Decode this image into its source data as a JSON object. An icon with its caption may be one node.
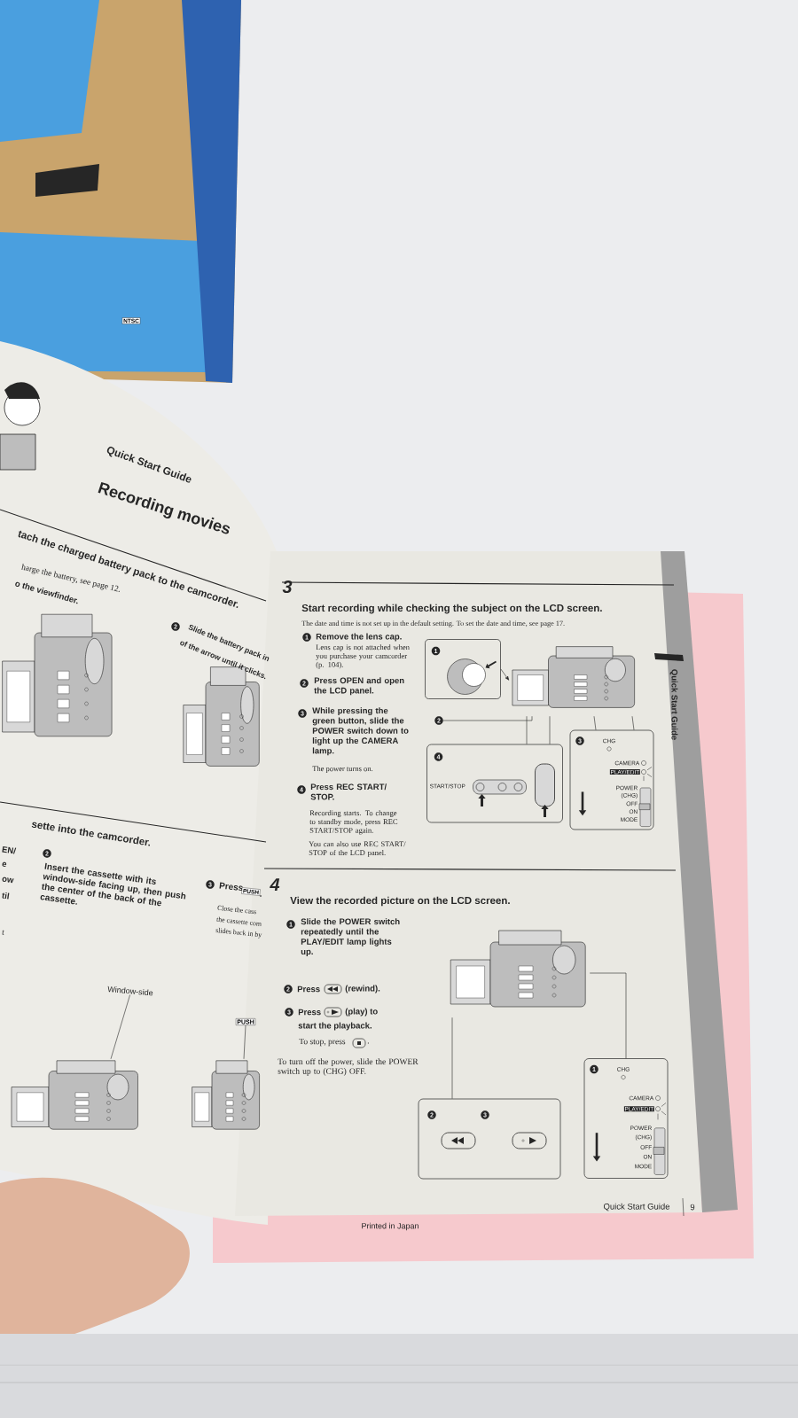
{
  "diagram": {
    "nodes": [
      {
        "text": [
          "1"
        ]
      },
      {
        "text": [],
        "shape": "picture"
      },
      {
        "text": [
          "2"
        ]
      },
      {
        "text": [
          "3",
          "CHG",
          "CAMERA",
          "PLAY/EDIT",
          "POWER",
          "(CHG)",
          "OFF",
          "ON",
          "MODE"
        ]
      },
      {
        "text": [
          "4",
          "START/STOP"
        ]
      },
      {
        "text": [],
        "shape": "picture"
      },
      {
        "text": [
          "1",
          "CHG",
          "CAMERA",
          "PLAY/EDIT",
          "POWER",
          "(CHG)",
          "OFF",
          "ON",
          "MODE"
        ]
      },
      {
        "text": [
          "2",
          "3"
        ]
      },
      {
        "text": [
          "Window-side"
        ]
      },
      {
        "text": [],
        "shape": "picture"
      },
      {
        "text": [
          "PUSH"
        ]
      },
      {
        "text": [],
        "shape": "picture"
      }
    ],
    "edges": [
      {
        "from": 0,
        "to": 1,
        "arrow": "to"
      },
      {
        "from": 2,
        "to": 1,
        "arrow": "none"
      },
      {
        "from": 3,
        "to": 1,
        "arrow": "none"
      },
      {
        "from": 3,
        "to": 1,
        "arrow": "none"
      },
      {
        "from": 4,
        "to": 1,
        "arrow": "none"
      },
      {
        "from": 4,
        "to": 1,
        "arrow": "none"
      },
      {
        "from": 6,
        "to": 5,
        "arrow": "none"
      },
      {
        "from": 7,
        "to": 5,
        "arrow": "none"
      },
      {
        "from": 8,
        "to": 9,
        "arrow": "none"
      },
      {
        "from": 10,
        "to": 11,
        "arrow": "none"
      }
    ],
    "labels": [
      "NTSC",
      "Quick Start Guide",
      "Recording movies",
      "tach the charged battery pack to the camcorder.",
      "harge the battery, see page 12.",
      "o the viewfinder.",
      "2",
      "Slide the battery pack in",
      "of the arrow until it clicks.",
      "sette into the camcorder.",
      "EN/",
      "e",
      "ow",
      "til",
      "t",
      "2",
      "Insert the cassette with its window-side facing up, then push the center of the back of the cassette.",
      "3",
      "Press",
      "PUSH",
      ".",
      "Close the cass",
      "the cassette com",
      "slides back in by",
      "3",
      "Start recording while checking the subject on the LCD screen.",
      "The date and time is not set up in the default setting. To set the date and time, see page 17.",
      "1",
      "Remove the lens cap.",
      "Lens cap is not attached when you purchase your camcorder (p. 104).",
      "2",
      "Press OPEN and open the LCD panel.",
      "3",
      "While pressing the green button, slide the POWER switch down to light up the CAMERA lamp.",
      "The power turns on.",
      "4",
      "Press REC START/ STOP.",
      "Recording starts. To change to standby mode, press REC START/STOP again.",
      "You can also use REC START/ STOP of the LCD panel.",
      "4",
      "View the recorded picture on the LCD screen.",
      "1",
      "Slide the POWER switch repeatedly until the PLAY/EDIT lamp lights up.",
      "2",
      "Press",
      "(rewind).",
      "3",
      "Press",
      "(play) to",
      "start the playback.",
      "To stop, press",
      ".",
      "To turn off the power, slide the POWER switch up to (CHG) OFF.",
      "Quick Start Guide",
      "Quick Start Guide",
      "9",
      "Printed in Japan"
    ]
  }
}
